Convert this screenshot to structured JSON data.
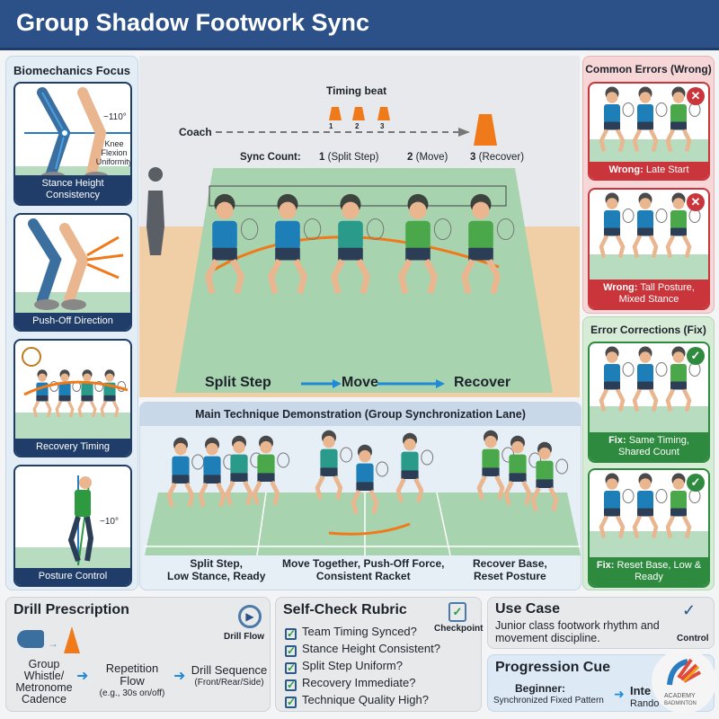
{
  "title": "Group Shadow Footwork Sync",
  "biomechanics": {
    "title": "Biomechanics Focus",
    "cards": [
      {
        "caption": "Stance Height Consistency",
        "angle": "~110°",
        "note": "Knee Flexion Uniformity"
      },
      {
        "caption": "Push-Off Direction"
      },
      {
        "caption": "Recovery Timing"
      },
      {
        "caption": "Posture Control",
        "angle": "~10°"
      }
    ]
  },
  "scene": {
    "timing_beat": "Timing beat",
    "beats": [
      "1",
      "2",
      "3"
    ],
    "coach": "Coach",
    "sync_label": "Sync Count:",
    "sync": [
      {
        "n": "1",
        "label": "(Split Step)"
      },
      {
        "n": "2",
        "label": "(Move)"
      },
      {
        "n": "3",
        "label": "(Recover)"
      }
    ],
    "phases": [
      "Split Step",
      "Move",
      "Recover"
    ]
  },
  "demo": {
    "title": "Main Technique Demonstration (Group Synchronization Lane)",
    "captions": [
      "Split Step,\nLow Stance, Ready",
      "Move Together, Push-Off Force,\nConsistent Racket",
      "Recover Base,\nReset Posture"
    ]
  },
  "errors": {
    "title": "Common Errors (Wrong)",
    "cards": [
      {
        "label": "Wrong:",
        "text": "Late Start"
      },
      {
        "label": "Wrong:",
        "text": "Tall Posture, Mixed Stance"
      }
    ]
  },
  "fixes": {
    "title": "Error Corrections (Fix)",
    "cards": [
      {
        "label": "Fix:",
        "text": "Same Timing, Shared Count"
      },
      {
        "label": "Fix:",
        "text": "Reset Base, Low & Ready"
      }
    ]
  },
  "drill": {
    "title": "Drill Prescription",
    "icon_label": "Drill Flow",
    "steps": [
      {
        "main": "Group Whistle/ Metronome Cadence"
      },
      {
        "main": "Repetition Flow",
        "sub": "(e.g., 30s on/off)"
      },
      {
        "main": "Drill Sequence",
        "sub": "(Front/Rear/Side)"
      }
    ]
  },
  "rubric": {
    "title": "Self-Check Rubric",
    "icon_label": "Checkpoint",
    "items": [
      "Team Timing Synced?",
      "Stance Height Consistent?",
      "Split Step Uniform?",
      "Recovery Immediate?",
      "Technique Quality High?"
    ]
  },
  "use_case": {
    "title": "Use Case",
    "text": "Junior class footwork rhythm and movement discipline.",
    "icon_label": "Control"
  },
  "progression": {
    "title": "Progression Cue",
    "from_label": "Beginner:",
    "from_text": "Synchronized Fixed Pattern",
    "to_label": "Inte",
    "to_text": "Rando"
  },
  "logo": {
    "text": "ACADEMY BADMINTON"
  },
  "colors": {
    "header": "#2b5188",
    "accent_orange": "#f07a1a",
    "arrow_blue": "#1f8ad8",
    "wrong": "#c9353a",
    "fix": "#2e8a3e"
  }
}
